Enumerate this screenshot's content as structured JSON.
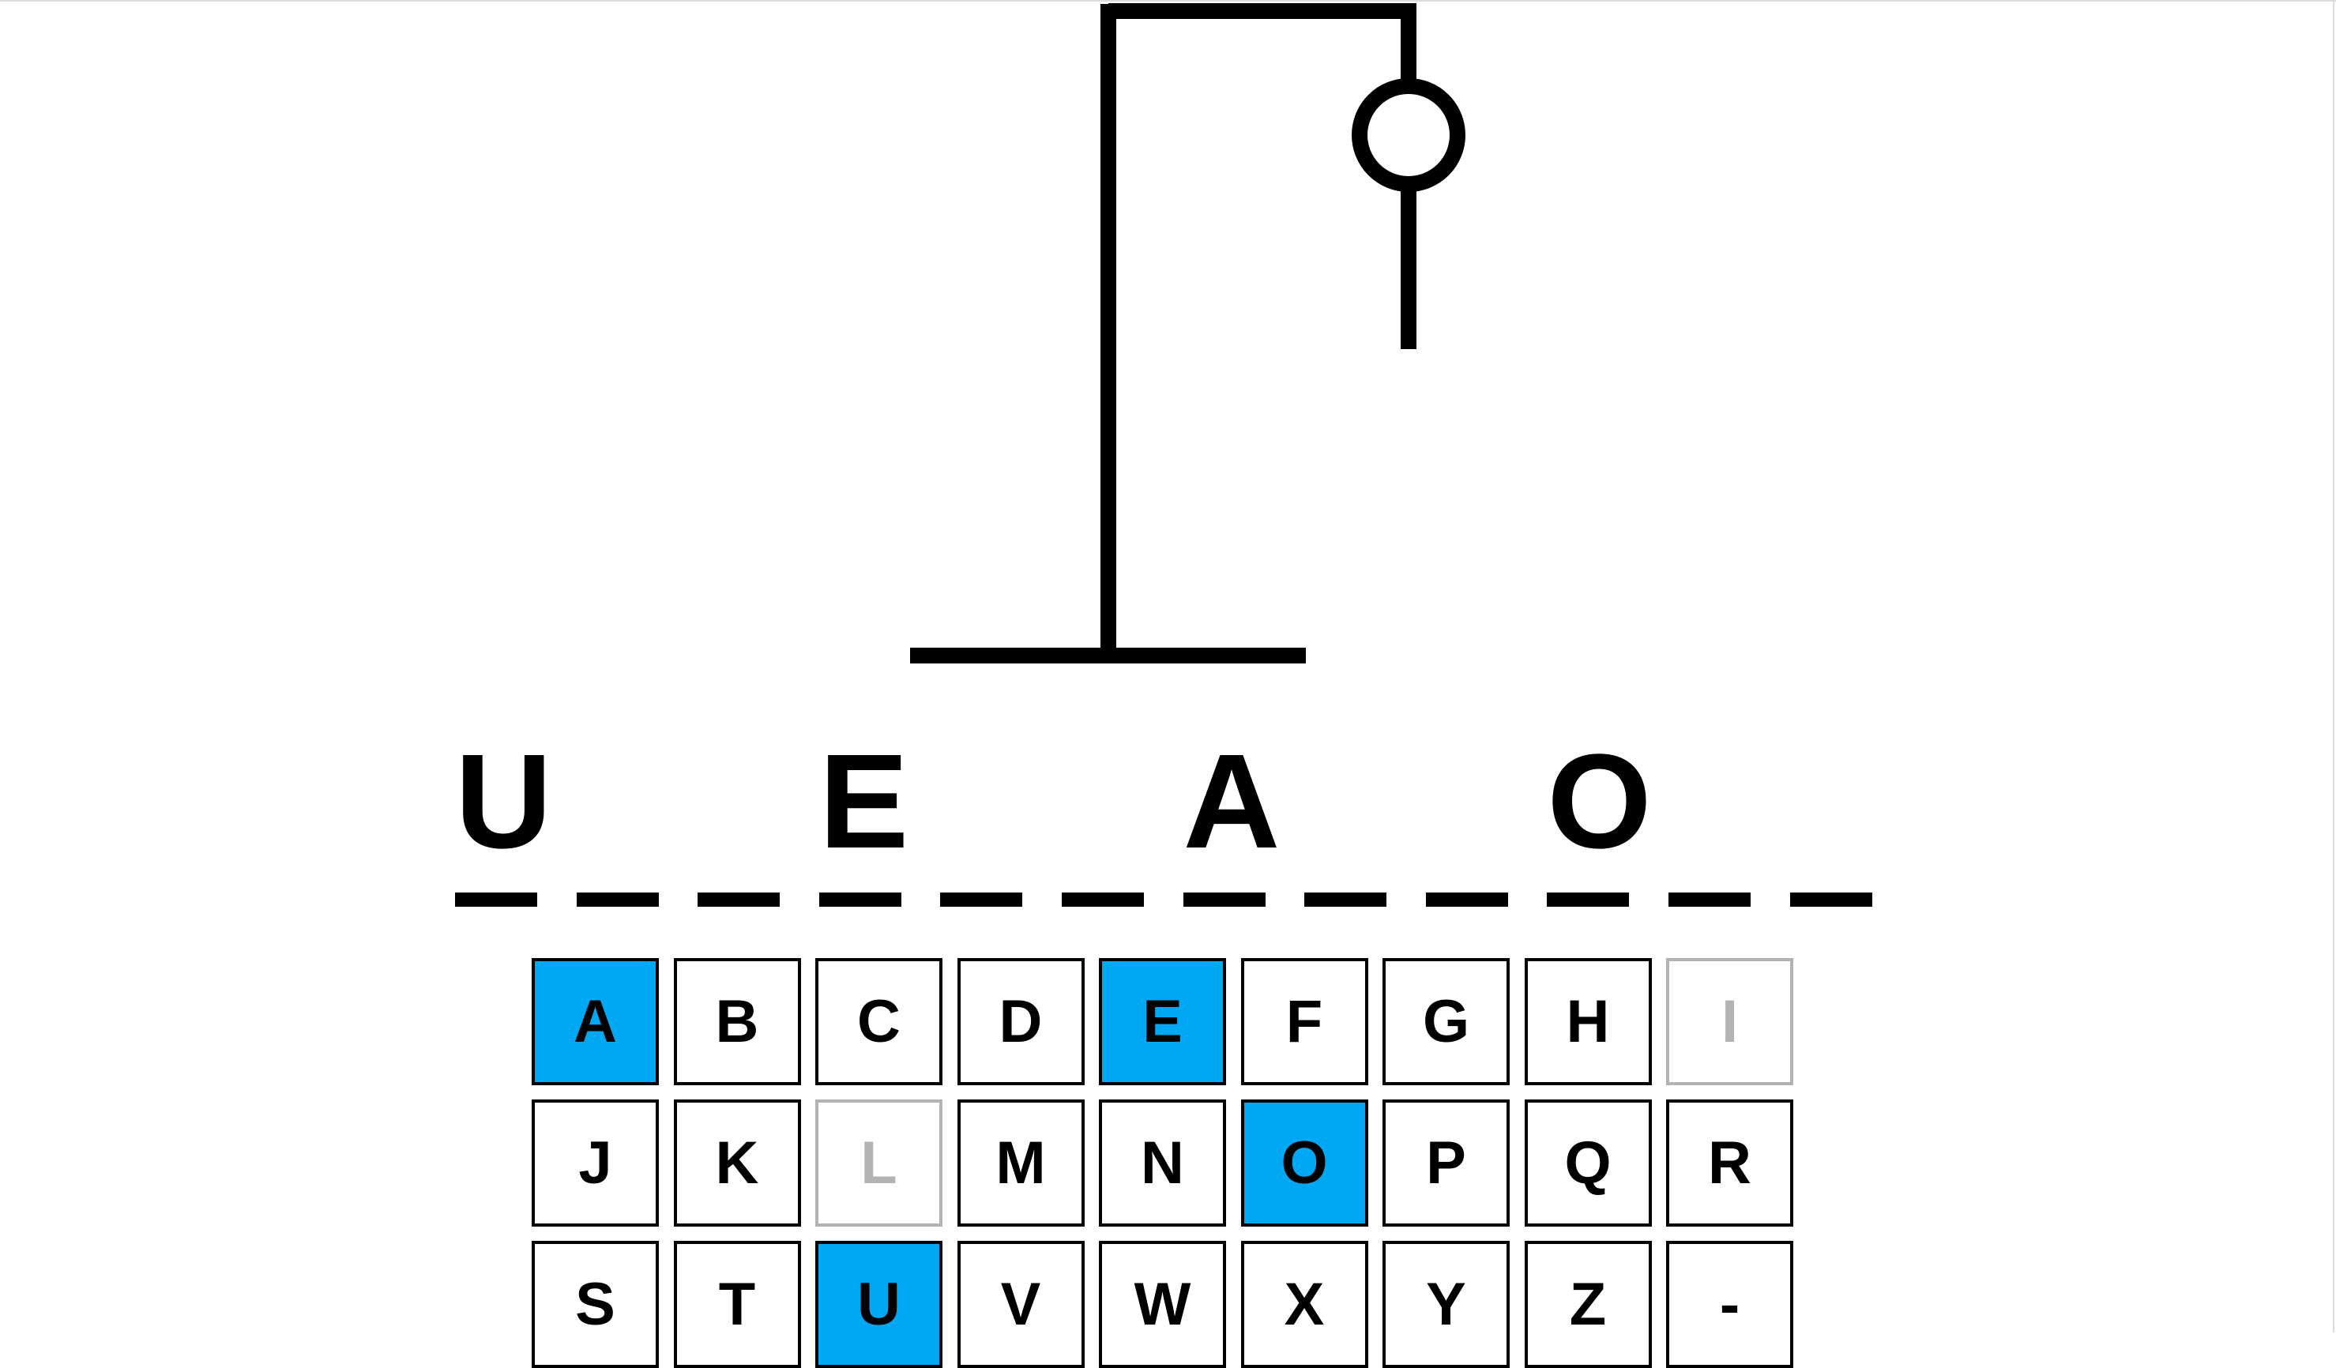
{
  "game": {
    "word_slots": [
      "U",
      "",
      "",
      "E",
      "",
      "",
      "A",
      "",
      "",
      "O",
      "",
      ""
    ],
    "keyboard_rows": [
      [
        {
          "letter": "A",
          "state": "hit"
        },
        {
          "letter": "B",
          "state": "available"
        },
        {
          "letter": "C",
          "state": "available"
        },
        {
          "letter": "D",
          "state": "available"
        },
        {
          "letter": "E",
          "state": "hit"
        },
        {
          "letter": "F",
          "state": "available"
        },
        {
          "letter": "G",
          "state": "available"
        },
        {
          "letter": "H",
          "state": "available"
        },
        {
          "letter": "I",
          "state": "miss"
        }
      ],
      [
        {
          "letter": "J",
          "state": "available"
        },
        {
          "letter": "K",
          "state": "available"
        },
        {
          "letter": "L",
          "state": "miss"
        },
        {
          "letter": "M",
          "state": "available"
        },
        {
          "letter": "N",
          "state": "available"
        },
        {
          "letter": "O",
          "state": "hit"
        },
        {
          "letter": "P",
          "state": "available"
        },
        {
          "letter": "Q",
          "state": "available"
        },
        {
          "letter": "R",
          "state": "available"
        }
      ],
      [
        {
          "letter": "S",
          "state": "available"
        },
        {
          "letter": "T",
          "state": "available"
        },
        {
          "letter": "U",
          "state": "hit"
        },
        {
          "letter": "V",
          "state": "available"
        },
        {
          "letter": "W",
          "state": "available"
        },
        {
          "letter": "X",
          "state": "available"
        },
        {
          "letter": "Y",
          "state": "available"
        },
        {
          "letter": "Z",
          "state": "available"
        },
        {
          "letter": "-",
          "state": "available"
        }
      ]
    ],
    "hangman_parts_visible": [
      "head",
      "body"
    ],
    "colors": {
      "hit": "#00a8f3",
      "miss": "#b3b3b3",
      "ink": "#000000",
      "background": "#ffffff"
    }
  }
}
